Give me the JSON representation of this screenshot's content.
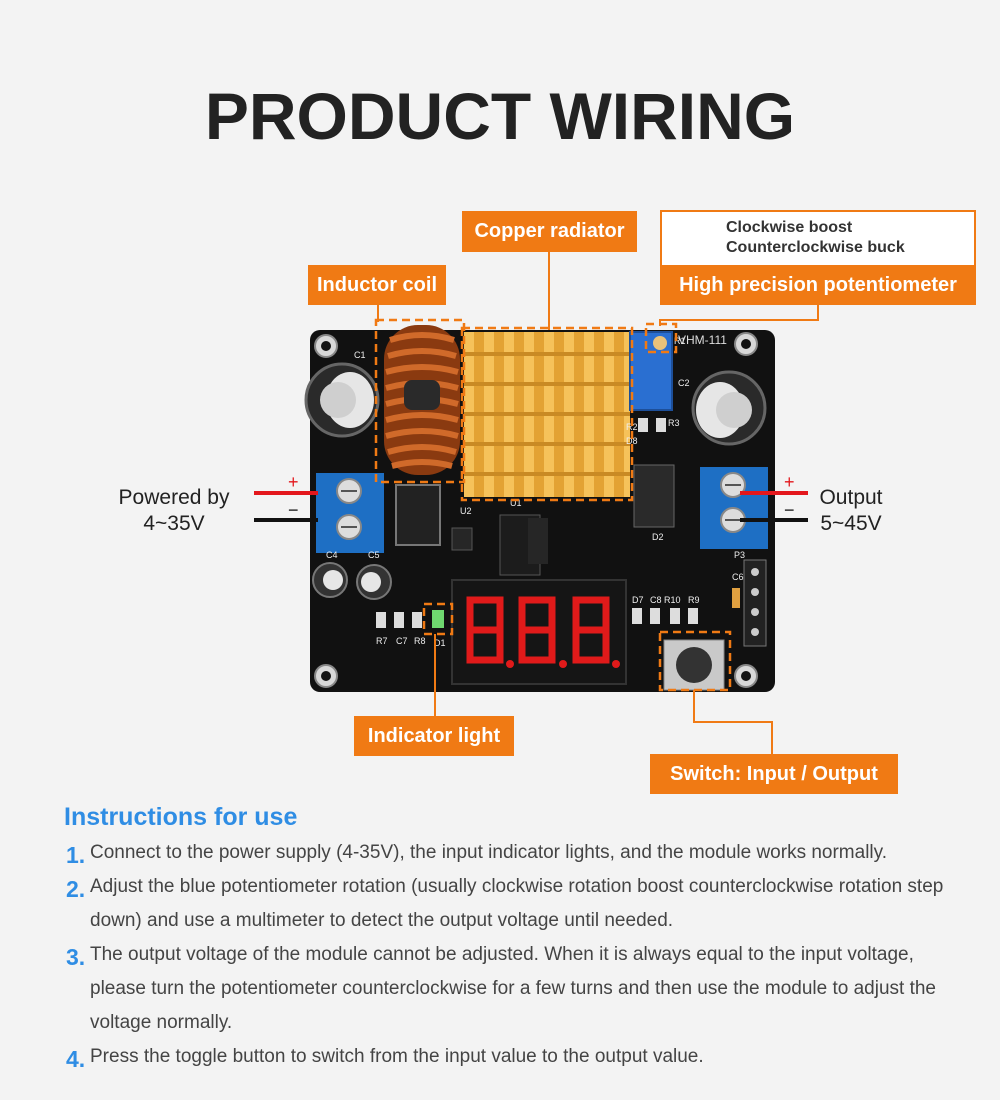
{
  "title": "PRODUCT WIRING",
  "callouts": {
    "copper_radiator": "Copper radiator",
    "inductor_coil": "Inductor coil",
    "potentiometer": "High precision potentiometer",
    "indicator_light": "Indicator light",
    "switch": "Switch: Input / Output"
  },
  "potentiometer_note": {
    "line1": "Clockwise boost",
    "line2": "Counterclockwise buck"
  },
  "input": {
    "label": "Powered by",
    "range": "4~35V",
    "plus": "+",
    "minus": "−"
  },
  "output": {
    "label": "Output",
    "range": "5~45V",
    "plus": "+",
    "minus": "−"
  },
  "board": {
    "model": "VHM-111",
    "display_digits": "8.8.8.",
    "silk": [
      "C1",
      "C2",
      "C4",
      "C5",
      "C6",
      "C7",
      "C8",
      "D1",
      "D2",
      "D7",
      "D8",
      "R1",
      "R2",
      "R3",
      "R7",
      "R8",
      "R9",
      "R10",
      "U1",
      "U2",
      "P3"
    ],
    "colors": {
      "pcb": "#111111",
      "heatsink": "#f2b540",
      "coil": "#b8541c",
      "terminal": "#1e6fc4",
      "display": "#e01a1a",
      "accent": "#f07a14"
    }
  },
  "instructions": {
    "title": "Instructions for use",
    "steps": [
      {
        "num": "1.",
        "text": "Connect to the power supply (4-35V), the input indicator lights, and the module works normally."
      },
      {
        "num": "2.",
        "text": "Adjust the blue potentiometer rotation (usually clockwise rotation boost counterclockwise rotation step down) and use a multimeter to detect the output voltage until needed."
      },
      {
        "num": "3.",
        "text": "The output voltage of the module cannot be adjusted. When it is always equal to the input voltage, please turn the potentiometer counterclockwise for a few turns and then use the module to adjust the voltage normally."
      },
      {
        "num": "4.",
        "text": "Press the toggle button to switch from the input value to the output value."
      }
    ]
  }
}
